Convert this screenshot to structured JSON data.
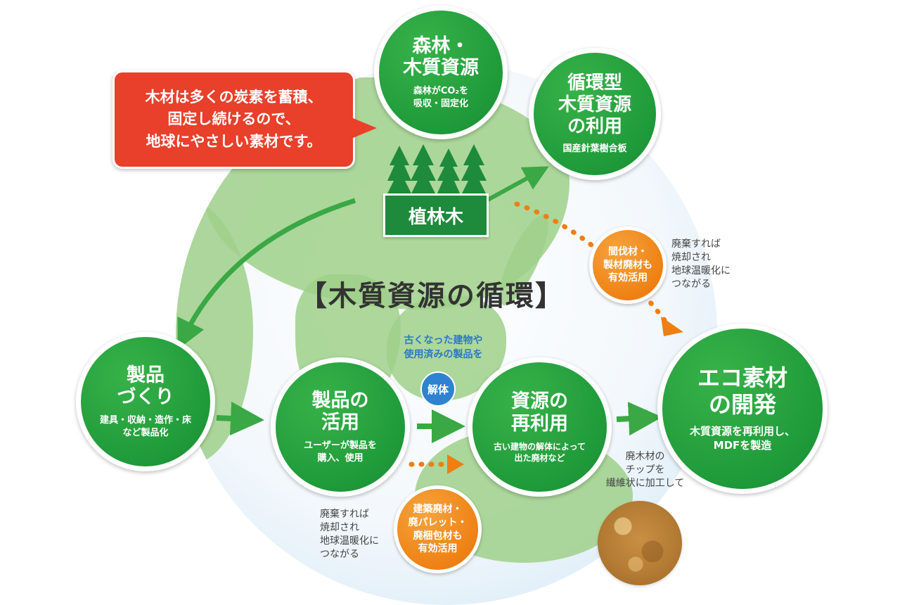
{
  "callout": {
    "text": "木材は多くの炭素を蓄積、\n固定し続けるので、\n地球にやさしい素材です。"
  },
  "title": "【木質資源の循環】",
  "nodes": {
    "forest": {
      "title": "森林・\n木質資源",
      "sub": "森林がCO₂を\n吸収・固定化"
    },
    "recycle": {
      "title": "循環型\n木質資源\nの利用",
      "sub": "国産針葉樹合板"
    },
    "product_make": {
      "title": "製品\nづくり",
      "sub": "建具・収納・造作・床\nなど製品化"
    },
    "product_use": {
      "title": "製品の\n活用",
      "sub": "ユーザーが製品を\n購入、使用"
    },
    "resource_reuse": {
      "title": "資源の\n再利用",
      "sub": "古い建物の解体によって\n出た廃材など"
    },
    "eco": {
      "title": "エコ素材\nの開発",
      "sub": "木質資源を再利用し、\nMDFを製造"
    }
  },
  "plant": {
    "label": "植林木"
  },
  "orange": {
    "thinning": "間伐材・\n製材廃材も\n有効活用",
    "waste": "建築廃材・\n廃パレット・\n廃梱包材も\n有効活用"
  },
  "notes": {
    "burn_right": "廃棄すれば\n焼却され\n地球温暖化に\nつながる",
    "burn_left": "廃棄すれば\n焼却され\n地球温暖化に\nつながる",
    "old_buildings": "古くなった建物や\n使用済みの製品を",
    "dismantle": "解体",
    "chip": "廃木材の\nチップを\n繊維状に加工して"
  },
  "colors": {
    "green": "#1f9a3a",
    "orange": "#ee7f12",
    "red": "#e8402a",
    "blue": "#2f82cf",
    "land": "#9fd08a",
    "forest_dark": "#1e8a3c"
  }
}
